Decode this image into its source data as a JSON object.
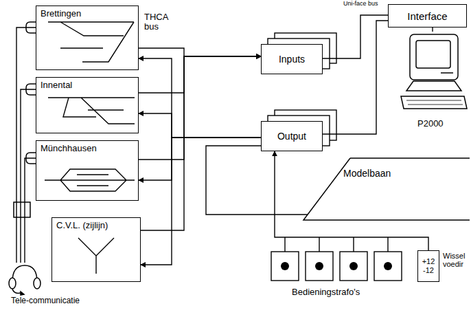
{
  "diagram": {
    "nodes": [
      {
        "text": [
          "Brettingen"
        ]
      },
      {
        "text": [
          "Innental"
        ]
      },
      {
        "text": [
          "Münchhausen"
        ]
      },
      {
        "text": [
          "C.V.L. (zijlijn)"
        ]
      },
      {
        "text": [
          "Inputs"
        ]
      },
      {
        "text": [
          "Output"
        ]
      },
      {
        "text": [
          "Interface"
        ]
      },
      {
        "text": [
          "P2000"
        ]
      },
      {
        "text": [
          "Modelbaan"
        ]
      },
      {
        "text": [
          "+12 -12"
        ]
      },
      {
        "text": [
          "Tele-communicatie"
        ]
      }
    ],
    "edges": [
      {
        "from": 0,
        "to": 4,
        "arrow": "to"
      },
      {
        "from": 5,
        "to": 0,
        "arrow": "to"
      },
      {
        "from": 1,
        "to": 4,
        "arrow": "to"
      },
      {
        "from": 5,
        "to": 1,
        "arrow": "to"
      },
      {
        "from": 2,
        "to": 4,
        "arrow": "to"
      },
      {
        "from": 5,
        "to": 2,
        "arrow": "to"
      },
      {
        "from": 3,
        "to": 4,
        "arrow": "to"
      },
      {
        "from": 5,
        "to": 3,
        "arrow": "to"
      },
      {
        "from": 5,
        "to": 8,
        "arrow": "none"
      },
      {
        "from": 4,
        "to": 6,
        "arrow": "none"
      },
      {
        "from": 5,
        "to": 6,
        "arrow": "none"
      },
      {
        "from": 6,
        "to": 7,
        "arrow": "none"
      },
      {
        "from": 10,
        "to": 0,
        "arrow": "none"
      },
      {
        "from": 10,
        "to": 1,
        "arrow": "none"
      },
      {
        "from": 10,
        "to": 2,
        "arrow": "none"
      },
      {
        "from": 9,
        "to": 5,
        "arrow": "to"
      }
    ],
    "labels": [
      "THCA bus",
      "Uni-face bus",
      "Bedieningstrafo's",
      "Wissel voedir"
    ]
  }
}
